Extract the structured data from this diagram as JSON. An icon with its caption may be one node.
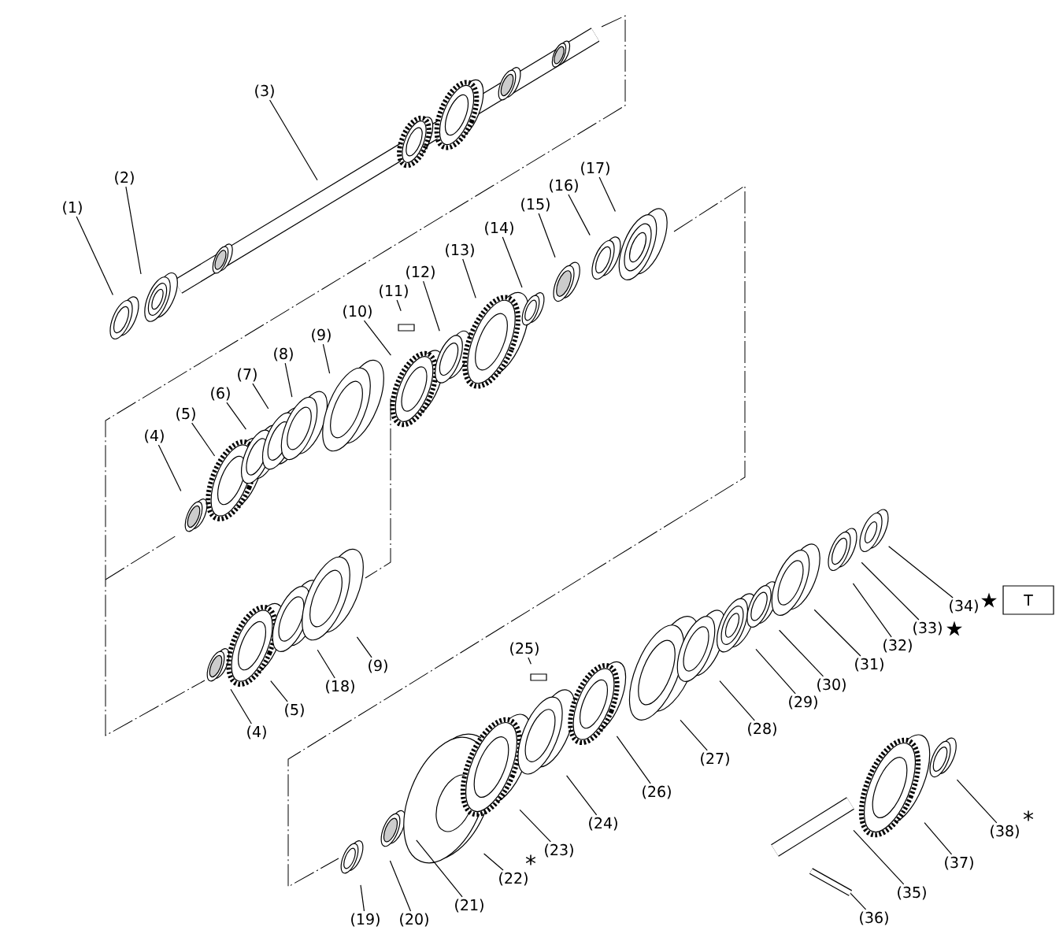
{
  "diagram": {
    "nodes": [
      {
        "text": [
          "(1)"
        ]
      },
      {
        "text": [
          "(2)"
        ]
      },
      {
        "text": [
          "(3)"
        ]
      },
      {
        "text": [
          "(4)"
        ]
      },
      {
        "text": [
          "(5)"
        ]
      },
      {
        "text": [
          "(6)"
        ]
      },
      {
        "text": [
          "(7)"
        ]
      },
      {
        "text": [
          "(8)"
        ]
      },
      {
        "text": [
          "(9)"
        ]
      },
      {
        "text": [
          "(10)"
        ]
      },
      {
        "text": [
          "(11)"
        ]
      },
      {
        "text": [
          "(12)"
        ]
      },
      {
        "text": [
          "(13)"
        ]
      },
      {
        "text": [
          "(14)"
        ]
      },
      {
        "text": [
          "(15)"
        ]
      },
      {
        "text": [
          "(16)"
        ]
      },
      {
        "text": [
          "(17)"
        ]
      },
      {
        "text": [
          "(4)"
        ]
      },
      {
        "text": [
          "(5)"
        ]
      },
      {
        "text": [
          "(18)"
        ]
      },
      {
        "text": [
          "(9)"
        ]
      },
      {
        "text": [
          "(19)"
        ]
      },
      {
        "text": [
          "(20)"
        ]
      },
      {
        "text": [
          "(21)"
        ]
      },
      {
        "text": [
          "(22)"
        ]
      },
      {
        "text": [
          "(23)"
        ]
      },
      {
        "text": [
          "(24)"
        ]
      },
      {
        "text": [
          "(25)"
        ]
      },
      {
        "text": [
          "(26)"
        ]
      },
      {
        "text": [
          "(27)"
        ]
      },
      {
        "text": [
          "(28)"
        ]
      },
      {
        "text": [
          "(29)"
        ]
      },
      {
        "text": [
          "(30)"
        ]
      },
      {
        "text": [
          "(31)"
        ]
      },
      {
        "text": [
          "(32)"
        ]
      },
      {
        "text": [
          "(33)"
        ]
      },
      {
        "text": [
          "(34)"
        ]
      },
      {
        "text": [
          "(35)"
        ]
      },
      {
        "text": [
          "(36)"
        ]
      },
      {
        "text": [
          "(37)"
        ]
      },
      {
        "text": [
          "(38)"
        ]
      },
      {
        "text": [
          "T"
        ]
      }
    ],
    "edges": [
      {
        "from": 0,
        "to": null,
        "arrow": "none"
      },
      {
        "from": 1,
        "to": null,
        "arrow": "none"
      },
      {
        "from": 2,
        "to": null,
        "arrow": "none"
      },
      {
        "from": 3,
        "to": null,
        "arrow": "none"
      },
      {
        "from": 4,
        "to": null,
        "arrow": "none"
      },
      {
        "from": 5,
        "to": null,
        "arrow": "none"
      },
      {
        "from": 6,
        "to": null,
        "arrow": "none"
      },
      {
        "from": 7,
        "to": null,
        "arrow": "none"
      },
      {
        "from": 8,
        "to": null,
        "arrow": "none"
      },
      {
        "from": 9,
        "to": null,
        "arrow": "none"
      },
      {
        "from": 10,
        "to": null,
        "arrow": "none"
      },
      {
        "from": 11,
        "to": null,
        "arrow": "none"
      },
      {
        "from": 12,
        "to": null,
        "arrow": "none"
      },
      {
        "from": 13,
        "to": null,
        "arrow": "none"
      },
      {
        "from": 14,
        "to": null,
        "arrow": "none"
      },
      {
        "from": 15,
        "to": null,
        "arrow": "none"
      },
      {
        "from": 16,
        "to": null,
        "arrow": "none"
      },
      {
        "from": 17,
        "to": null,
        "arrow": "none"
      },
      {
        "from": 18,
        "to": null,
        "arrow": "none"
      },
      {
        "from": 19,
        "to": null,
        "arrow": "none"
      },
      {
        "from": 20,
        "to": null,
        "arrow": "none"
      },
      {
        "from": 21,
        "to": null,
        "arrow": "none"
      },
      {
        "from": 22,
        "to": null,
        "arrow": "none"
      },
      {
        "from": 23,
        "to": null,
        "arrow": "none"
      },
      {
        "from": 24,
        "to": null,
        "arrow": "none"
      },
      {
        "from": 25,
        "to": null,
        "arrow": "none"
      },
      {
        "from": 26,
        "to": null,
        "arrow": "none"
      },
      {
        "from": 27,
        "to": null,
        "arrow": "none"
      },
      {
        "from": 28,
        "to": null,
        "arrow": "none"
      },
      {
        "from": 29,
        "to": null,
        "arrow": "none"
      },
      {
        "from": 30,
        "to": null,
        "arrow": "none"
      },
      {
        "from": 31,
        "to": null,
        "arrow": "none"
      },
      {
        "from": 32,
        "to": null,
        "arrow": "none"
      },
      {
        "from": 33,
        "to": null,
        "arrow": "none"
      },
      {
        "from": 34,
        "to": null,
        "arrow": "none"
      },
      {
        "from": 35,
        "to": null,
        "arrow": "none"
      },
      {
        "from": 36,
        "to": null,
        "arrow": "none"
      },
      {
        "from": 37,
        "to": null,
        "arrow": "none"
      },
      {
        "from": 38,
        "to": null,
        "arrow": "none"
      },
      {
        "from": 39,
        "to": null,
        "arrow": "none"
      },
      {
        "from": 40,
        "to": null,
        "arrow": "none"
      }
    ],
    "labels": [
      "★",
      "★",
      "*",
      "*"
    ]
  }
}
